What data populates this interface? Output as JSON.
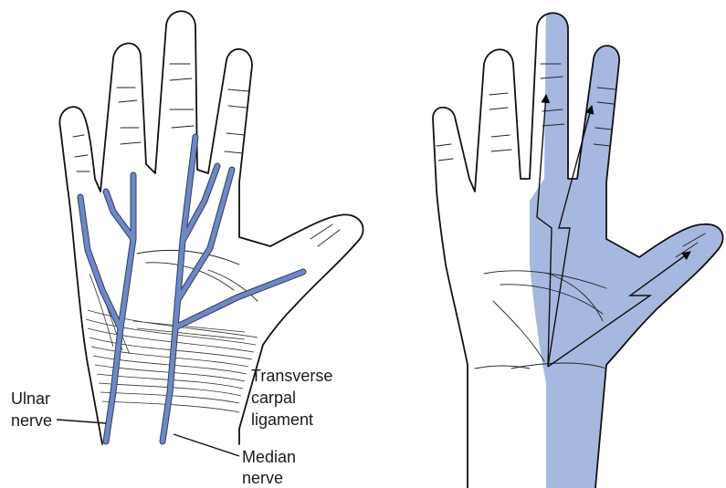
{
  "labels": {
    "ulnar_nerve": [
      "Ulnar",
      "nerve"
    ],
    "median_nerve": [
      "Median",
      "nerve"
    ],
    "transverse_carpal_ligament": [
      "Transverse",
      "carpal",
      "ligament"
    ]
  },
  "colors": {
    "nerve_fill": "#6f88c4",
    "nerve_outline": "#2d3e63",
    "median_territory": "#a7b8e0",
    "outline": "#111111"
  }
}
